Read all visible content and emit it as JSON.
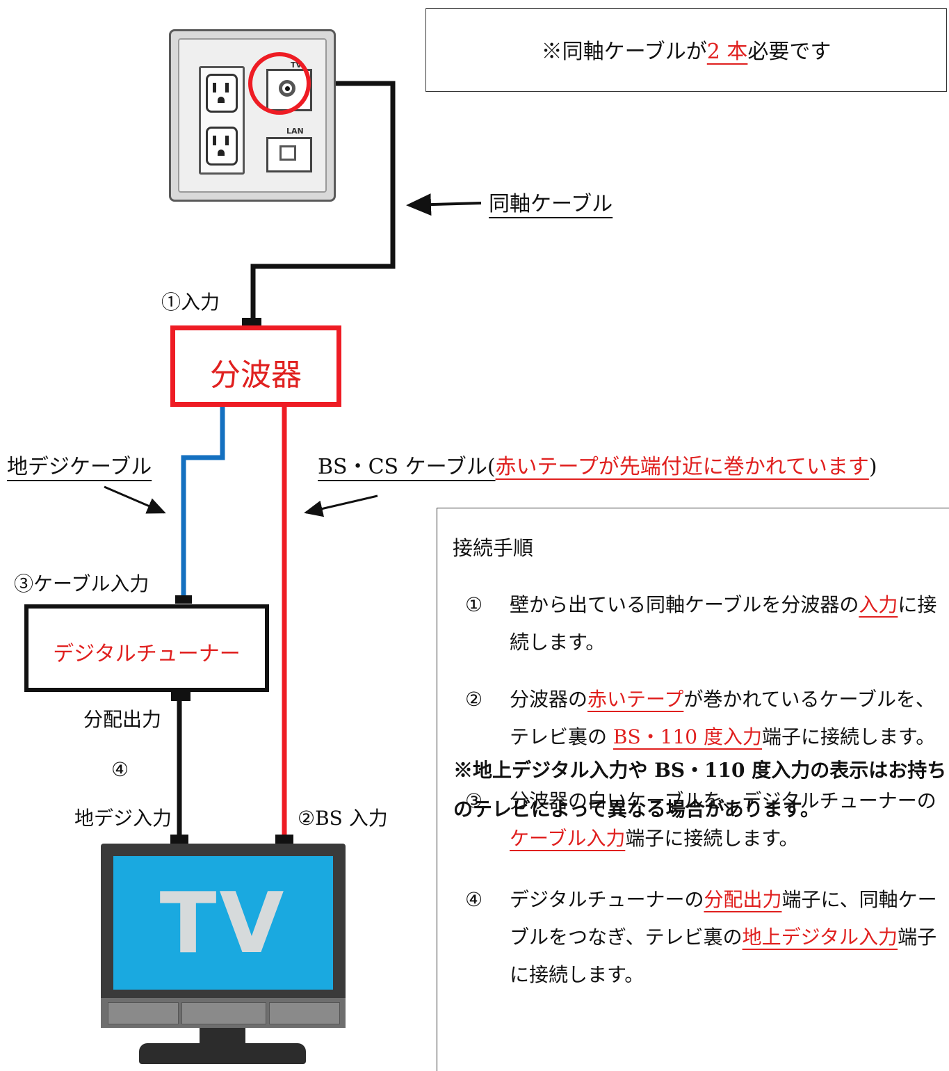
{
  "note_box": {
    "prefix": "※同軸ケーブルが",
    "highlight": "2 本",
    "suffix": "必要です"
  },
  "outlet": {
    "tv_jack_label": "TV",
    "lan_jack_label": "LAN"
  },
  "labels": {
    "coax_cable": "同軸ケーブル",
    "input_1": "①入力",
    "splitter": "分波器",
    "terrestrial_cable": "地デジケーブル",
    "bscs_cable": "BS・CS ケーブル(",
    "bscs_note": "赤いテープが先端付近に巻かれています",
    "bscs_close": ")",
    "cable_input_3": "③ケーブル入力",
    "tuner": "デジタルチューナー",
    "dist_output": "分配出力",
    "step_4": "④",
    "terrestrial_input": "地デジ入力",
    "bs_input_2": "②BS 入力",
    "tv_logo": "TV"
  },
  "procedure": {
    "title": "接続手順",
    "steps": [
      {
        "num": "①",
        "pre": "壁から出ている同軸ケーブルを分波器の",
        "hl": "入力",
        "post": "に接続します。"
      },
      {
        "num": "②",
        "pre": "分波器の",
        "hl": "赤いテープ",
        "mid": "が巻かれているケーブルを、テレビ裏の ",
        "hl2": "BS・110 度入力",
        "post": "端子に接続します。"
      },
      {
        "num": "③",
        "pre": "分波器の白いケーブルを、デジタルチューナーの",
        "hl": "ケーブル入力",
        "post": "端子に接続します。"
      },
      {
        "num": "④",
        "pre": "デジタルチューナーの",
        "hl": "分配出力",
        "mid": "端子に、同軸ケーブルをつなぎ、テレビ裏の",
        "hl2": "地上デジタル入力",
        "post": "端子に接続します。"
      }
    ],
    "note": "※地上デジタル入力や BS・110 度入力の表示はお持ちのテレビによって異なる場合があります。"
  },
  "colors": {
    "red": "#ee1c24",
    "blue": "#1470c0",
    "black": "#111111",
    "tv_screen": "#1aa9e0"
  }
}
